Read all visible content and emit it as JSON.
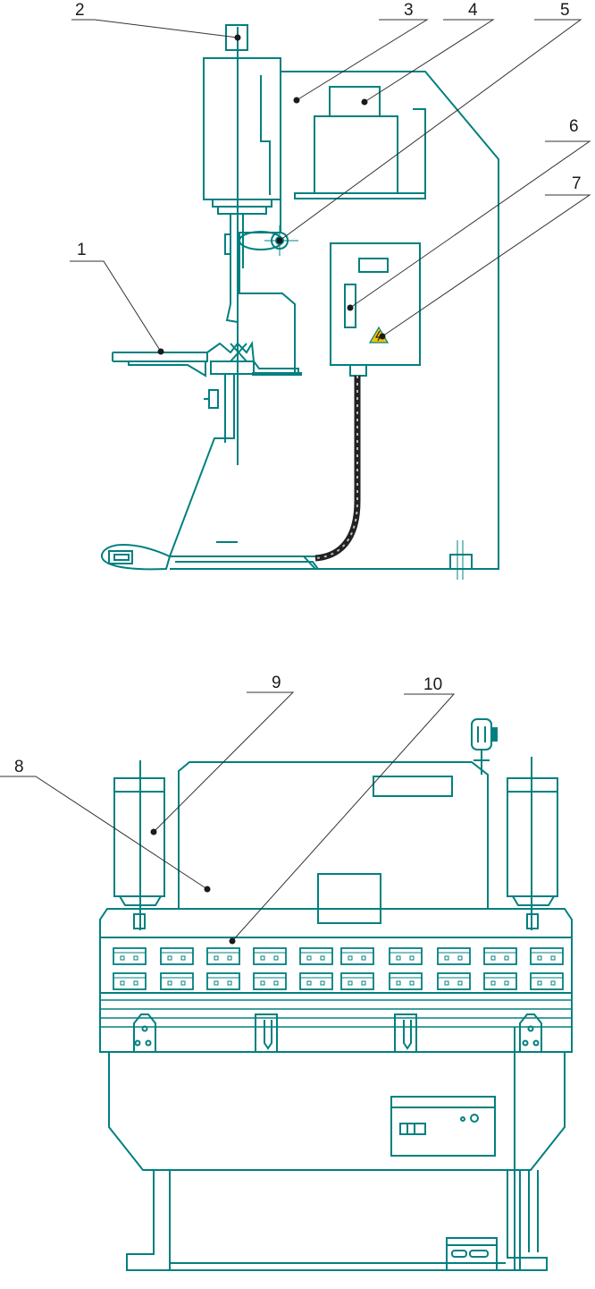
{
  "colors": {
    "line": "#008080",
    "leader": "#333333",
    "warning_fill": "#f5c400",
    "cable": "#222222"
  },
  "icons": [
    "warning-triangle-icon"
  ],
  "callouts": [
    {
      "id": "1",
      "label": "1"
    },
    {
      "id": "2",
      "label": "2"
    },
    {
      "id": "3",
      "label": "3"
    },
    {
      "id": "4",
      "label": "4"
    },
    {
      "id": "5",
      "label": "5"
    },
    {
      "id": "6",
      "label": "6"
    },
    {
      "id": "7",
      "label": "7"
    },
    {
      "id": "8",
      "label": "8"
    },
    {
      "id": "9",
      "label": "9"
    },
    {
      "id": "10",
      "label": "10"
    }
  ]
}
